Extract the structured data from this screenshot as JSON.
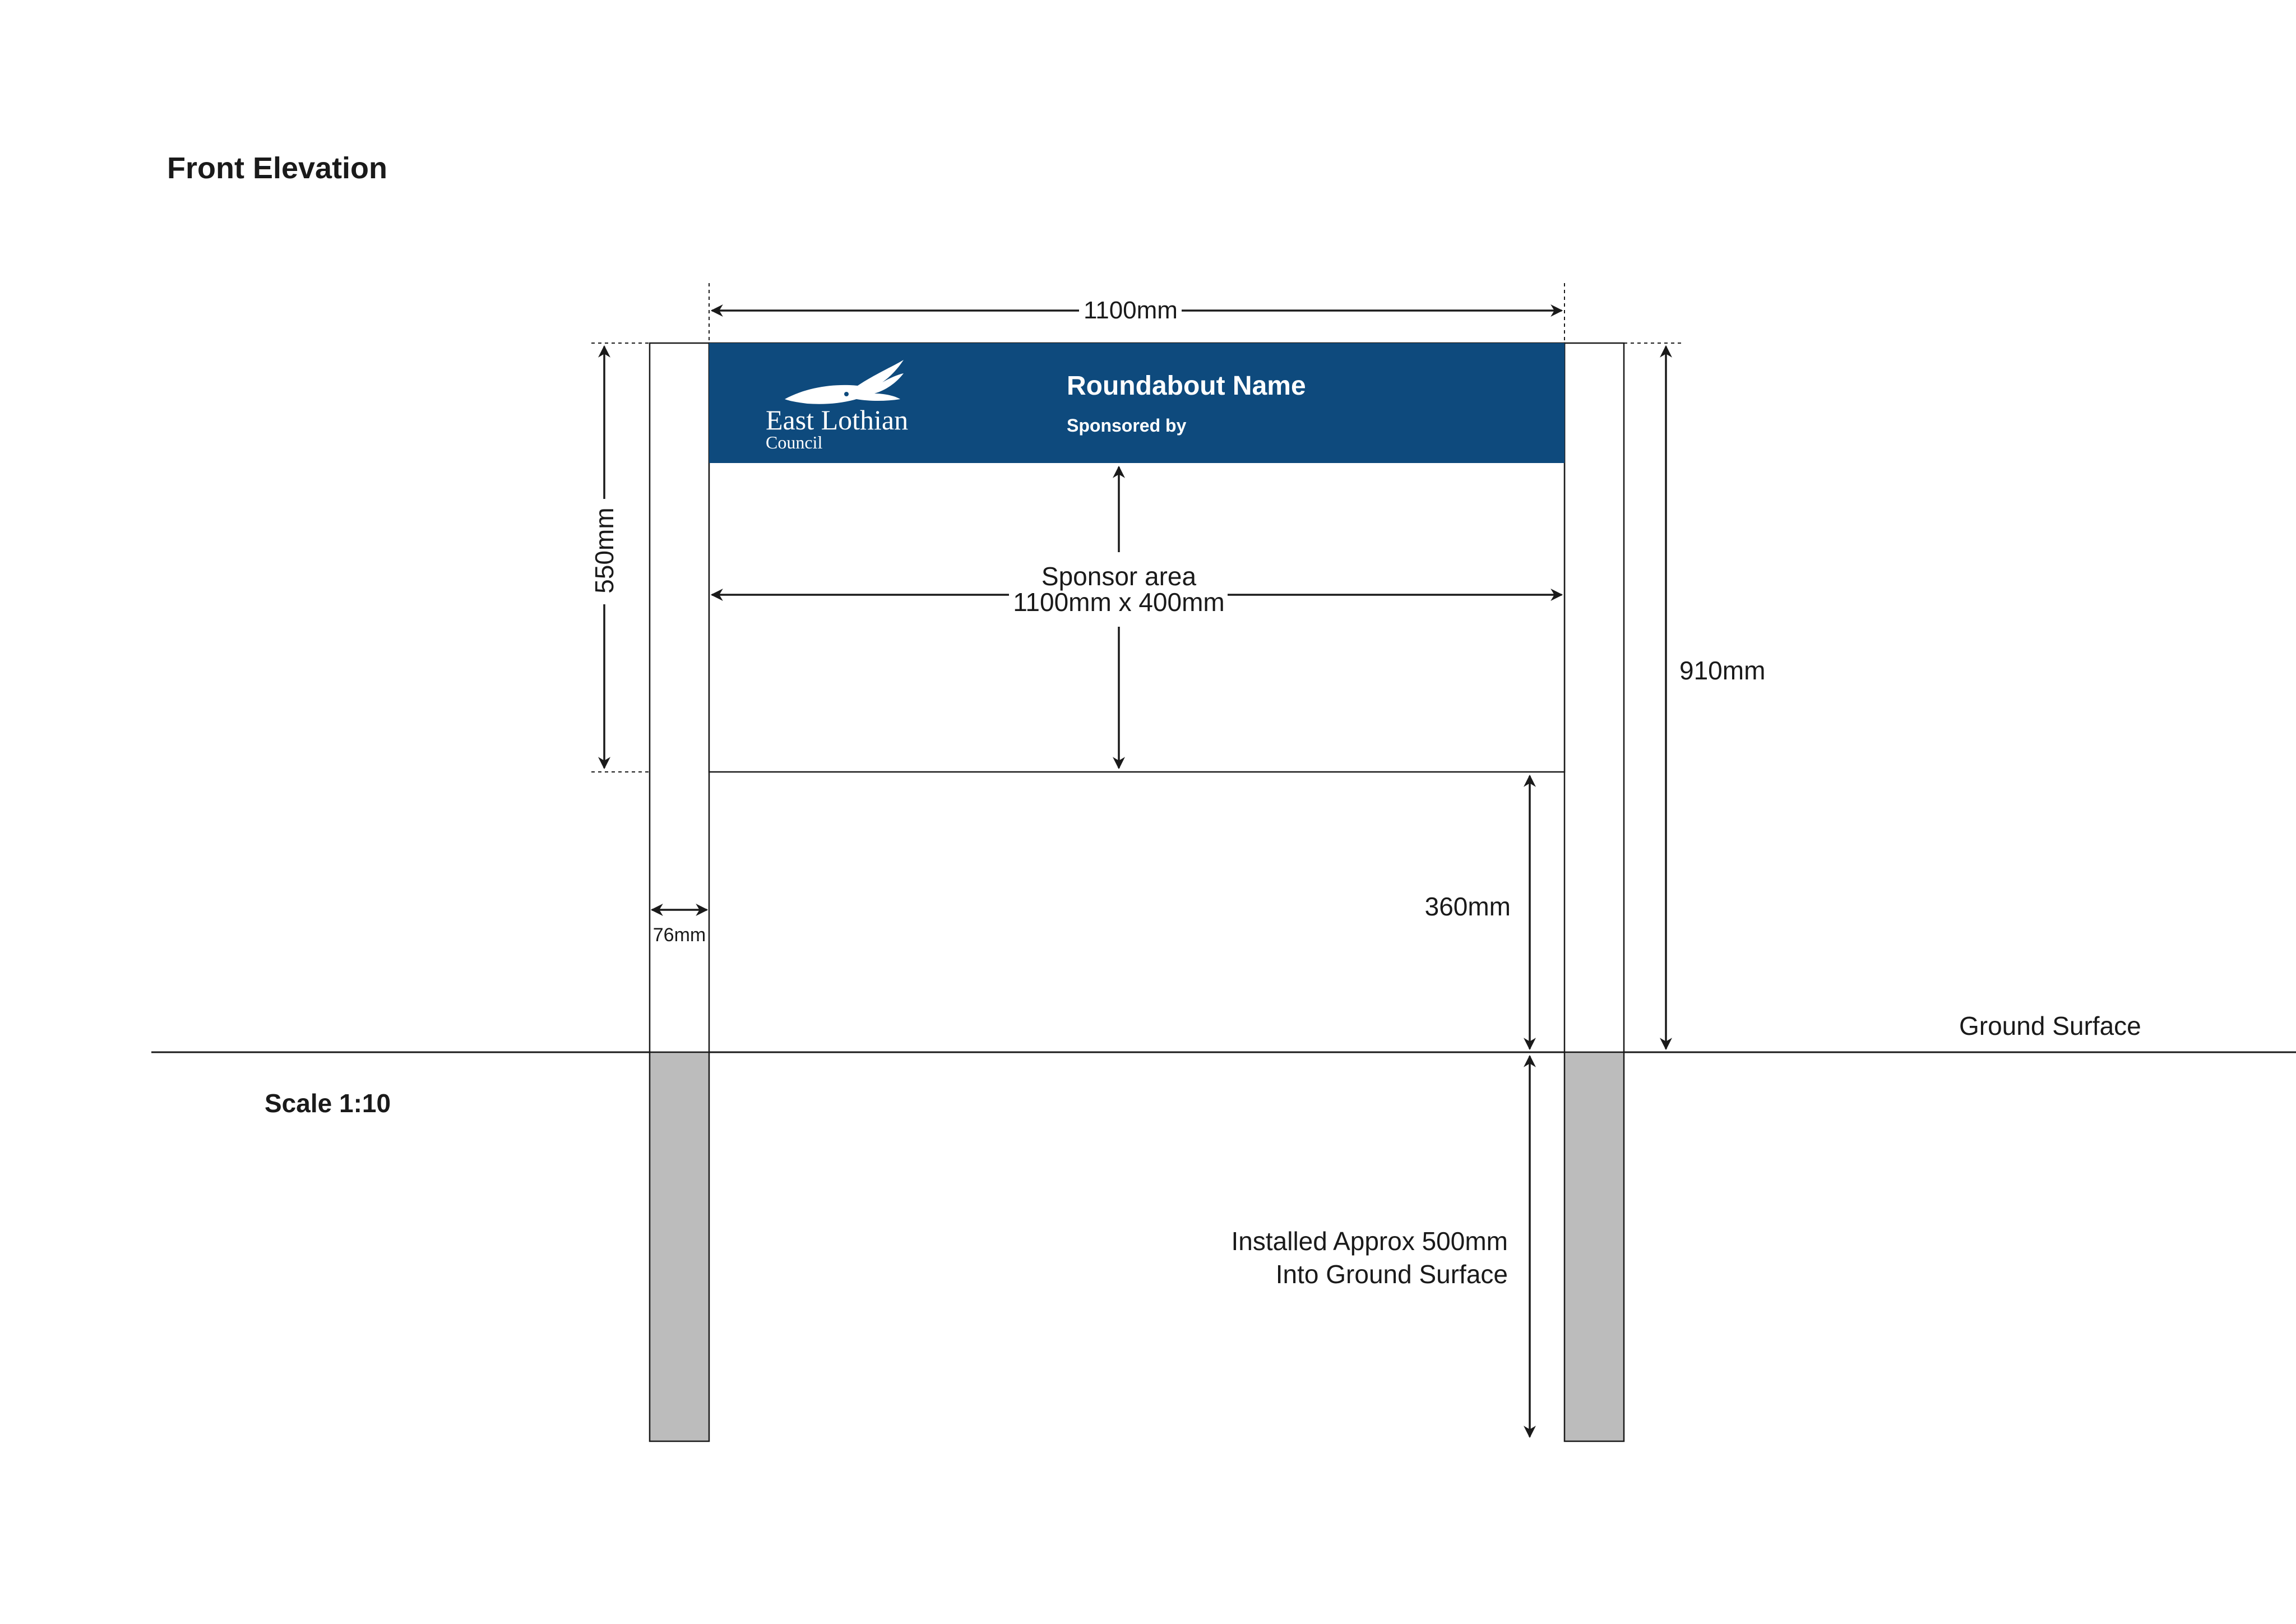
{
  "drawing": {
    "title": "Front Elevation",
    "scale": "Scale 1:10"
  },
  "sign": {
    "roundabout_name": "Roundabout Name",
    "sponsored_by": "Sponsored by",
    "logo_line1": "East Lothian",
    "logo_line2": "Council",
    "sponsor_area_line1": "Sponsor area",
    "sponsor_area_line2": "1100mm x 400mm"
  },
  "dimensions": {
    "width": "1100mm",
    "panel_height": "550mm",
    "total_height": "910mm",
    "clearance": "360mm",
    "post_width": "76mm",
    "buried_line1": "Installed Approx 500mm",
    "buried_line2": "Into Ground Surface"
  },
  "ground": {
    "label": "Ground Surface"
  },
  "colors": {
    "header_blue": "#0e4a7d",
    "post_buried": "#bcbcbc",
    "line": "#1a1a1a"
  }
}
